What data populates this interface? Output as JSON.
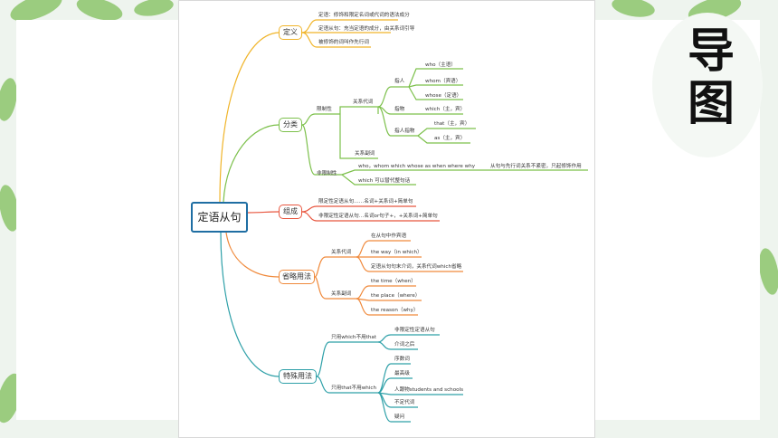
{
  "badge": {
    "line1": "导",
    "line2": "图"
  },
  "root": {
    "label": "定语从句"
  },
  "branches": {
    "definition": {
      "label": "定义",
      "color": "#f0b429",
      "items": [
        "定语：修饰和限定名词或代词的语法成分",
        "定语从句：充当定语的成分，由关系词引导",
        "被修饰的词叫作先行词"
      ]
    },
    "classification": {
      "label": "分类",
      "color": "#7cc04b",
      "restrictive": "限制性",
      "rel_pronoun": "关系代词",
      "person": "指人",
      "who": "who（主语）",
      "whom": "whom（宾语）",
      "whose": "whose（定语）",
      "thing": "指物",
      "which": "which（主，宾）",
      "person_thing": "指人指物",
      "that": "that（主，宾）",
      "as": "as（主，宾）",
      "rel_adverb": "关系副词",
      "nonrestrictive": "非限制性",
      "nr_words": "who，whom which whose as when where why",
      "nr_note": "从句与先行词关系不紧密，只起修饰作用",
      "nr_which": "which 可以替代整句话"
    },
    "composition": {
      "label": "组成",
      "color": "#e8563f",
      "items": [
        "限定性定语从句……名词+关系词+简单句",
        "非限定性定语从句…名词or句子+，+关系词+简单句"
      ]
    },
    "omission": {
      "label": "省略用法",
      "color": "#f08a3c",
      "rel_pronoun": "关系代词",
      "p_items": [
        "在从句中作宾语",
        "the way（in which）",
        "定语从句句末介词，关系代词which省略"
      ],
      "rel_adverb": "关系副词",
      "a_items": [
        "the time（when）",
        "the place（where）",
        "the reason（why）"
      ]
    },
    "special": {
      "label": "特殊用法",
      "color": "#2ea0a8",
      "which_only": "只用which不用that",
      "w_items": [
        "非限定性定语从句",
        "介词之后"
      ],
      "that_only": "只用that不用which",
      "t_items": [
        "序数词",
        "最高级",
        "人跟物students and schools",
        "不定代词",
        "疑问"
      ]
    }
  }
}
